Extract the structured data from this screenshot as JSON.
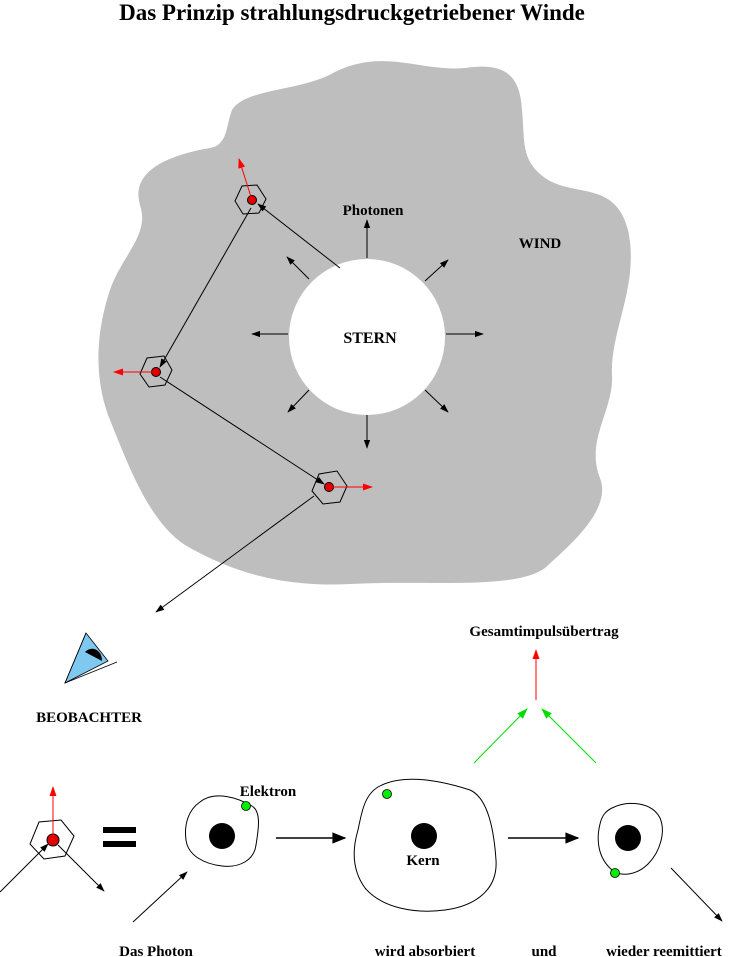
{
  "title": "Das Prinzip strahlungsdruckgetriebener Winde",
  "labels": {
    "photonen": "Photonen",
    "wind": "WIND",
    "stern": "STERN",
    "beobachter": "BEOBACHTER",
    "gesamtimpuls": "Gesamtimpulsübertrag",
    "elektron": "Elektron",
    "kern": "Kern",
    "das_photon": "Das Photon",
    "wird_absorbiert": "wird absorbiert",
    "und": "und",
    "wieder_reemittiert": "wieder reemittiert"
  },
  "colors": {
    "wind_cloud": "#bebebe",
    "arrow_red": "#ff0000",
    "arrow_green": "#00dd00",
    "electron": "#00ee00",
    "atom_red": "#e00000",
    "eye": "#7fc8f0"
  }
}
